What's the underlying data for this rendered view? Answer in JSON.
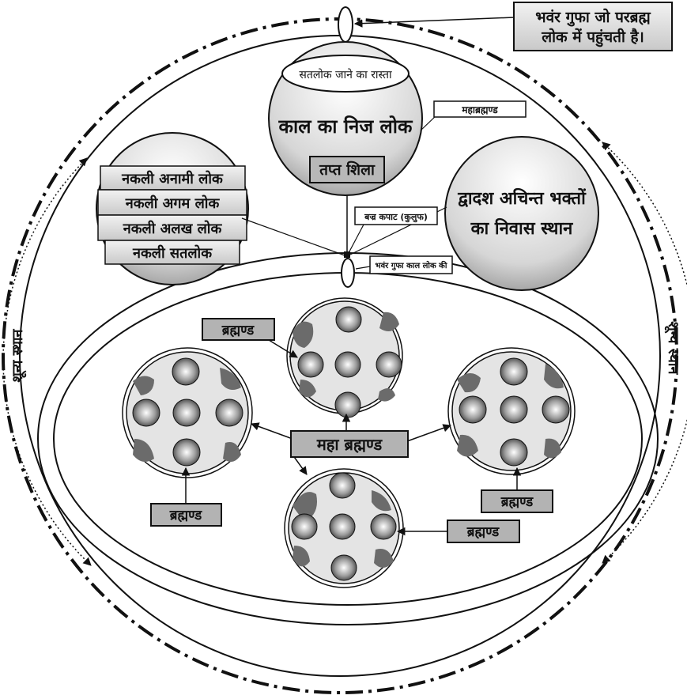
{
  "labels": {
    "bhanwar_gufa_parbrahm": [
      "भवंर गुफा जो परब्रह्म",
      "लोक में पहुंचती है।"
    ],
    "satlok_rasta": "सतलोक जाने का रास्ता",
    "kaal_nij_lok": "काल का निज लोक",
    "mahabrahmand_small": "महाब्रह्मण्ड",
    "tapt_shila": "तप्त शिला",
    "nakli_loks": [
      "नकली अनामी लोक",
      "नकली अगम लोक",
      "नकली अलख लोक",
      "नकली सतलोक"
    ],
    "dwadash": [
      "द्वादश अचिन्त भक्तों",
      "का निवास स्थान"
    ],
    "bajra_kapat": "बज्र कपाट (कुलुफ)",
    "bhanwar_gufa_kaal": "भवंर गुफा काल लोक की",
    "shunya_sthan": "शून्य स्थान",
    "maha_brahmand": "महा ब्रह्मण्ड",
    "brahmand": "ब्रह्मण्ड"
  },
  "colors": {
    "ink": "#111111",
    "box_fill": "#b3b3b3",
    "sphere_light": "#ffffff",
    "sphere_mid": "#cfcfcf",
    "sphere_dark": "#8a8a8a",
    "land": "#6b6b6b"
  }
}
